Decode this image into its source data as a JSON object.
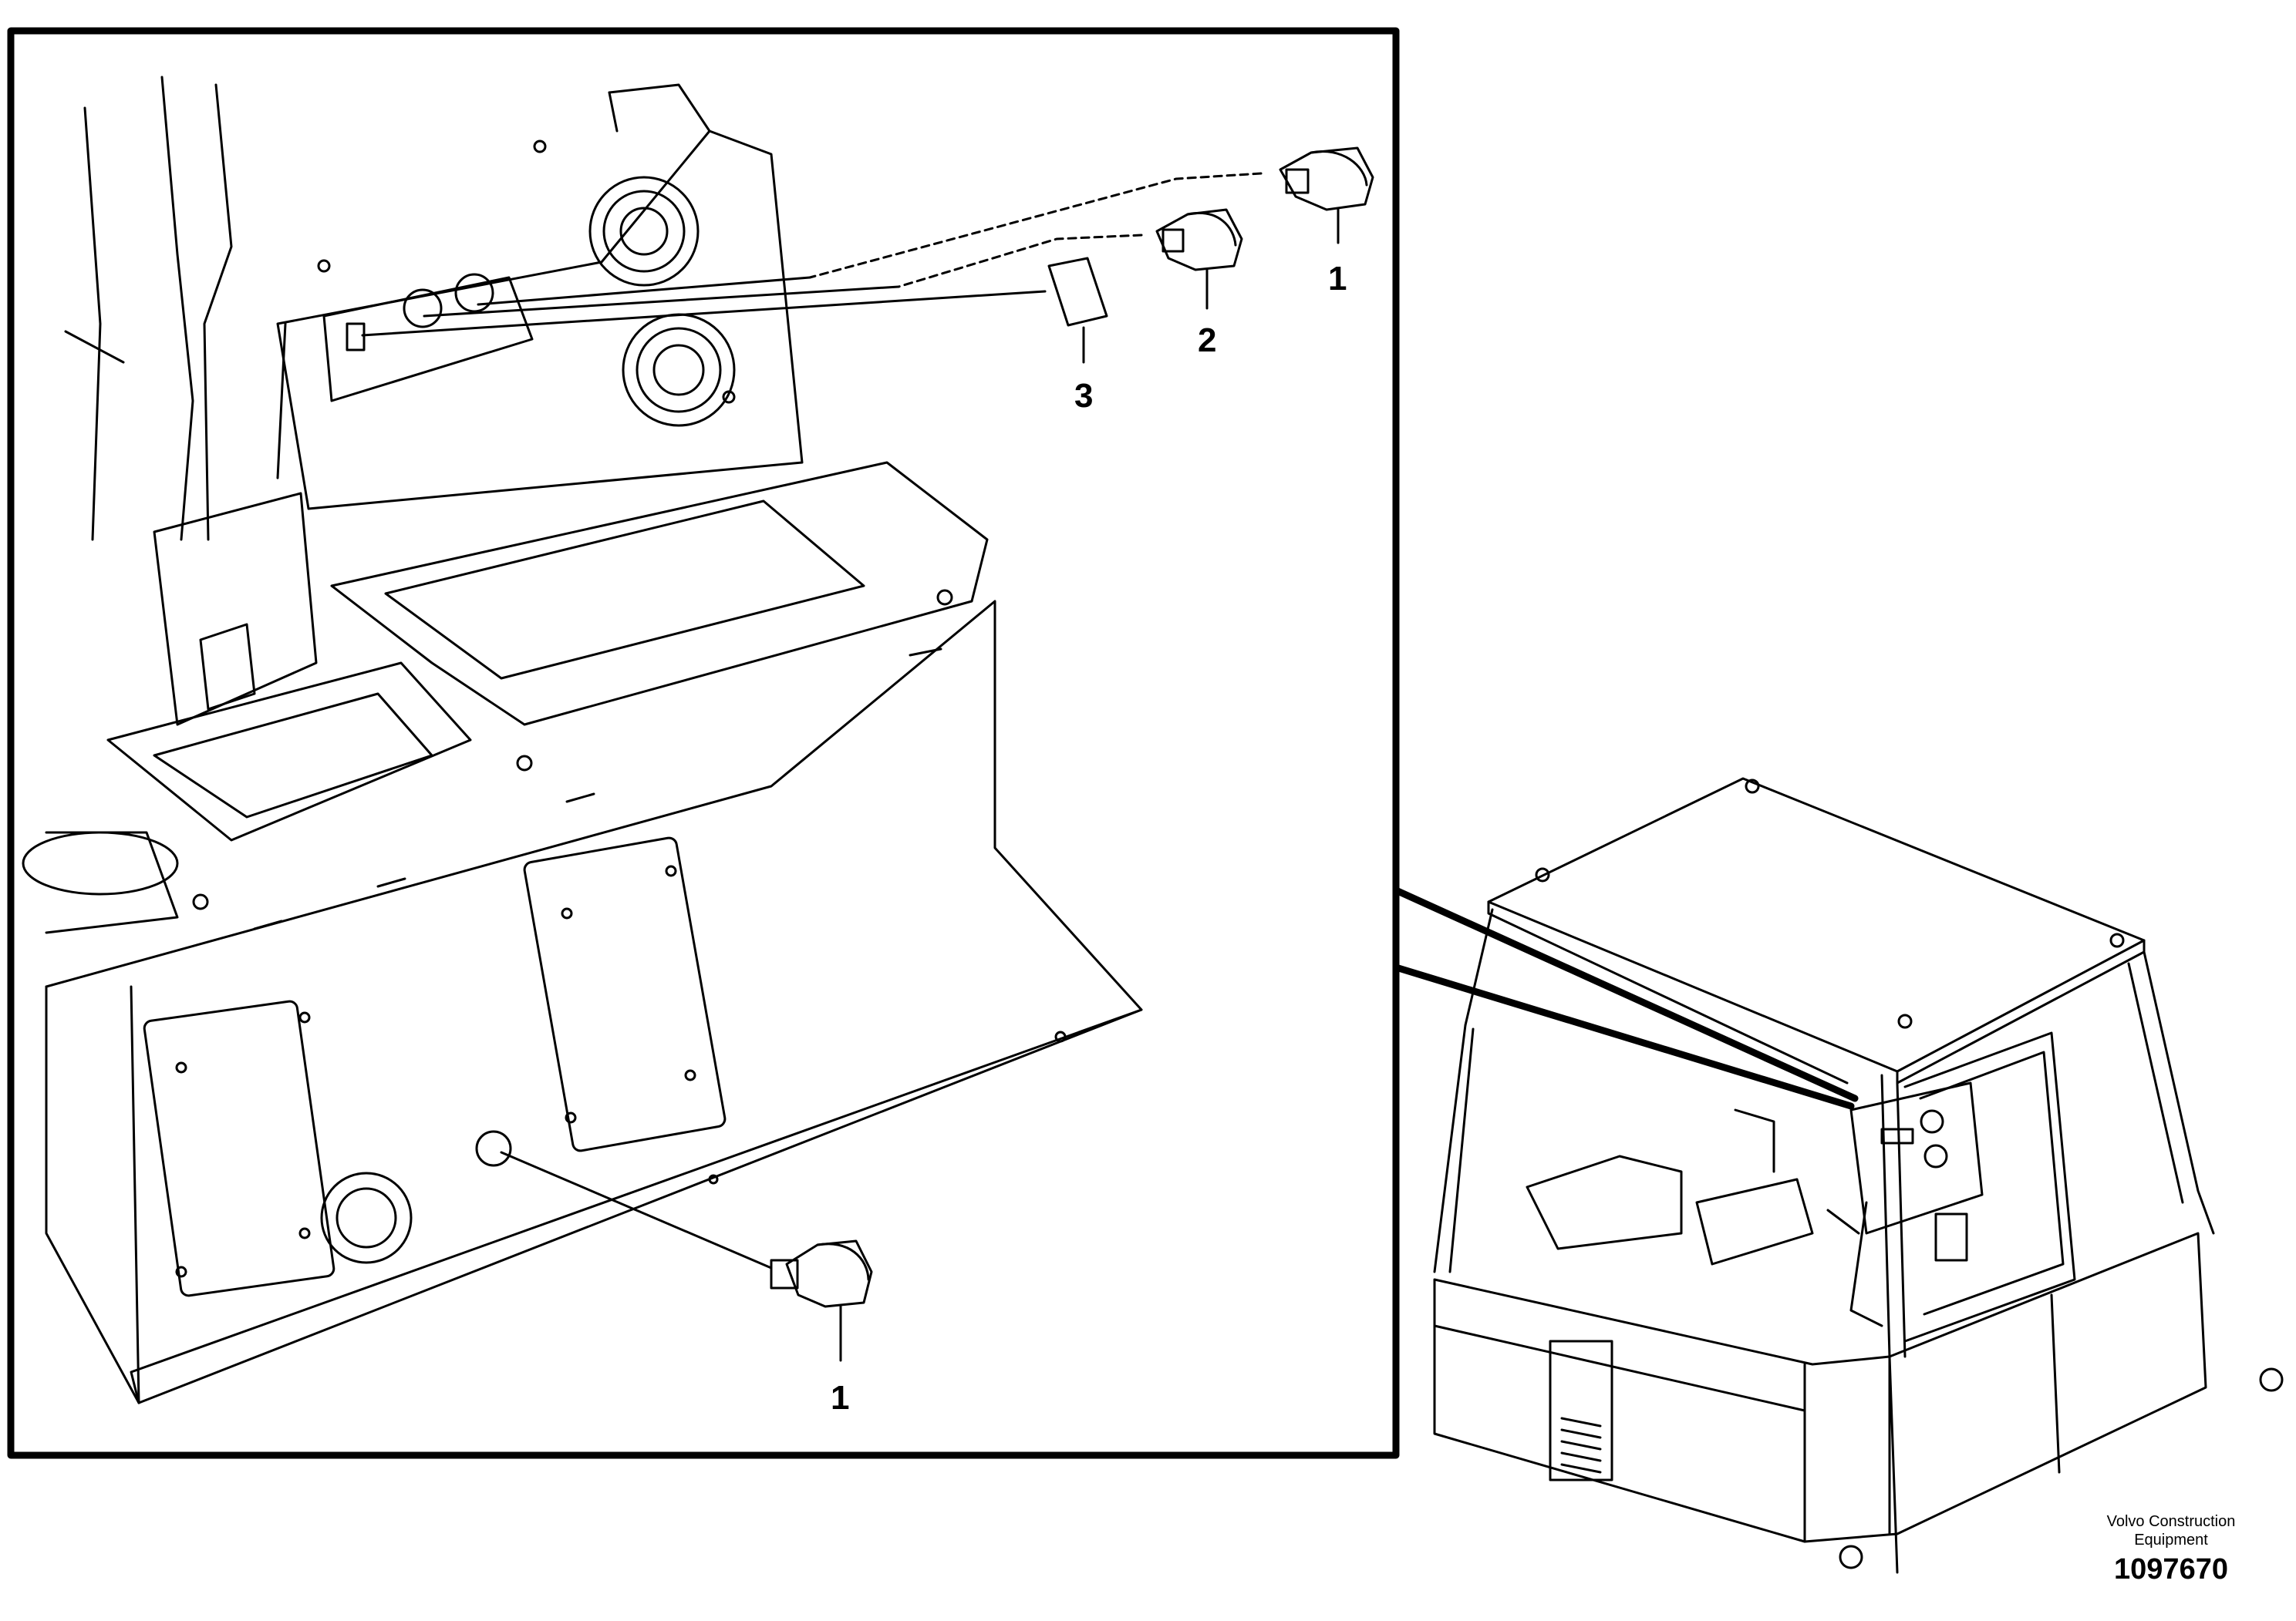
{
  "callouts": {
    "part_1_top": "1",
    "part_2": "2",
    "part_3": "3",
    "part_1_bottom": "1"
  },
  "footer": {
    "brand_line1": "Volvo Construction",
    "brand_line2": "Equipment",
    "drawing_number": "1097670"
  }
}
